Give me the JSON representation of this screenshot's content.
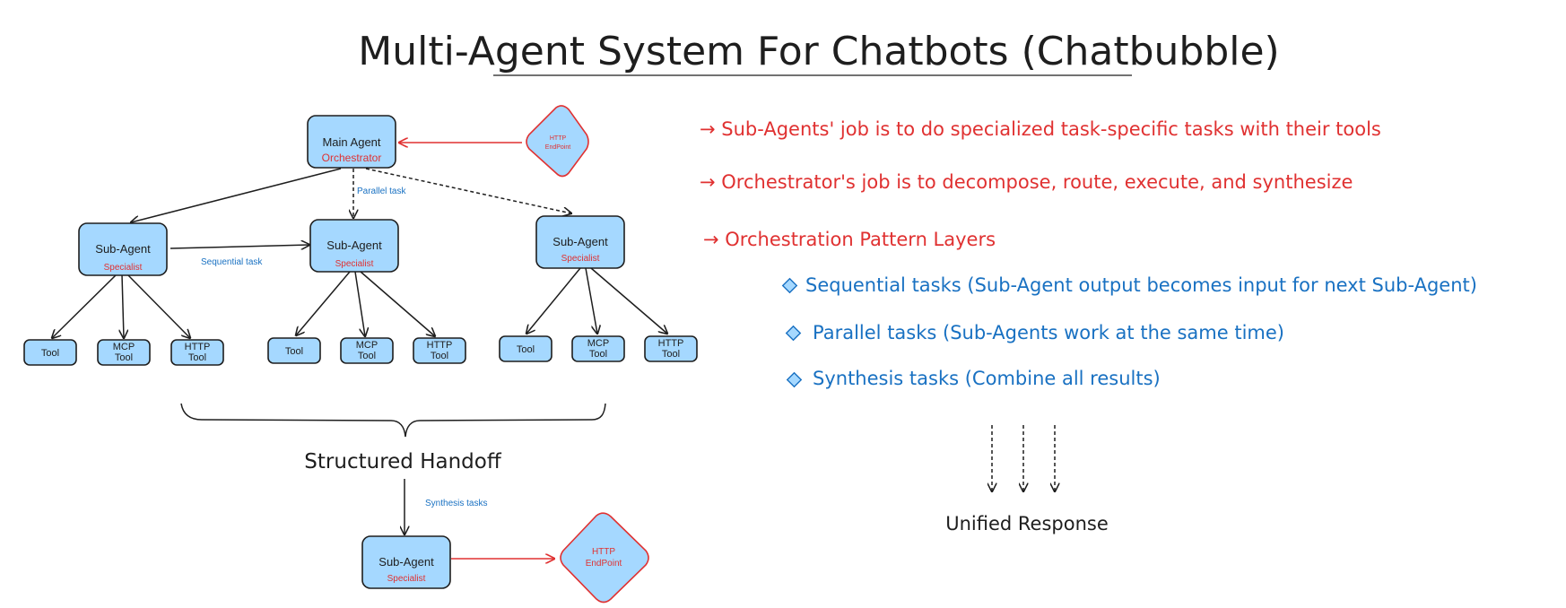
{
  "title": "Multi-Agent System For Chatbots (Chatbubble)",
  "main_agent": {
    "label": "Main Agent",
    "role": "Orchestrator"
  },
  "endpoint_top": {
    "line1": "HTTP",
    "line2": "EndPoint"
  },
  "sub_agents": [
    {
      "label": "Sub-Agent",
      "role": "Specialist"
    },
    {
      "label": "Sub-Agent",
      "role": "Specialist"
    },
    {
      "label": "Sub-Agent",
      "role": "Specialist"
    }
  ],
  "tools": {
    "tool": "Tool",
    "mcp_line1": "MCP",
    "mcp_line2": "Tool",
    "http_line1": "HTTP",
    "http_line2": "Tool"
  },
  "edge_labels": {
    "parallel": "Parallel task",
    "sequential": "Sequential task",
    "synthesis": "Synthesis tasks"
  },
  "handoff_label": "Structured Handoff",
  "final_agent": {
    "label": "Sub-Agent",
    "role": "Specialist"
  },
  "endpoint_bottom": {
    "line1": "HTTP",
    "line2": "EndPoint"
  },
  "notes": {
    "note1": "→ Sub-Agents' job is to do specialized task-specific tasks with their tools",
    "note2": "→ Orchestrator's job is to decompose, route, execute, and synthesize",
    "note3": "→ Orchestration Pattern Layers"
  },
  "pattern_layers": [
    "Sequential tasks (Sub-Agent output becomes input for next Sub-Agent)",
    "Parallel tasks (Sub-Agents work at the same time)",
    "Synthesis tasks (Combine all results)"
  ],
  "unified_response": "Unified Response",
  "colors": {
    "accent_red": "#e03131",
    "accent_blue": "#1971c2",
    "box_fill": "#a5d8ff",
    "ink": "#1e1e1e"
  }
}
